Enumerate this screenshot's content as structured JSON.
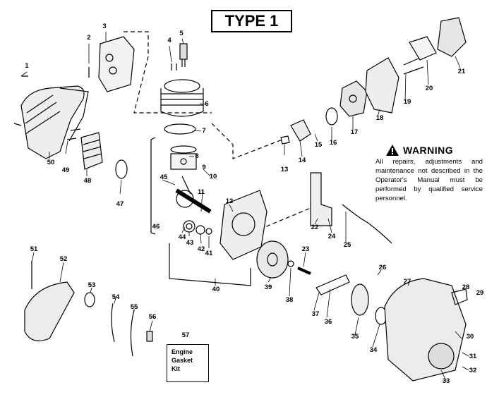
{
  "title": "TYPE 1",
  "warning": {
    "heading": "WARNING",
    "text": "All repairs, adjustments and maintenance not described in the Operator's Manual must be performed by qualified service personnel.",
    "icon": "warning-triangle-icon"
  },
  "kit": {
    "line1": "Engine",
    "line2": "Gasket",
    "line3": "Kit"
  },
  "callouts": [
    "1",
    "2",
    "3",
    "4",
    "5",
    "6",
    "7",
    "8",
    "9",
    "10",
    "11",
    "12",
    "13",
    "14",
    "15",
    "16",
    "17",
    "18",
    "19",
    "20",
    "21",
    "22",
    "23",
    "24",
    "25",
    "26",
    "27",
    "28",
    "29",
    "30",
    "31",
    "32",
    "33",
    "34",
    "35",
    "36",
    "37",
    "38",
    "39",
    "40",
    "41",
    "42",
    "43",
    "44",
    "45",
    "46",
    "47",
    "48",
    "49",
    "50",
    "51",
    "52",
    "53",
    "54",
    "55",
    "56",
    "57"
  ]
}
